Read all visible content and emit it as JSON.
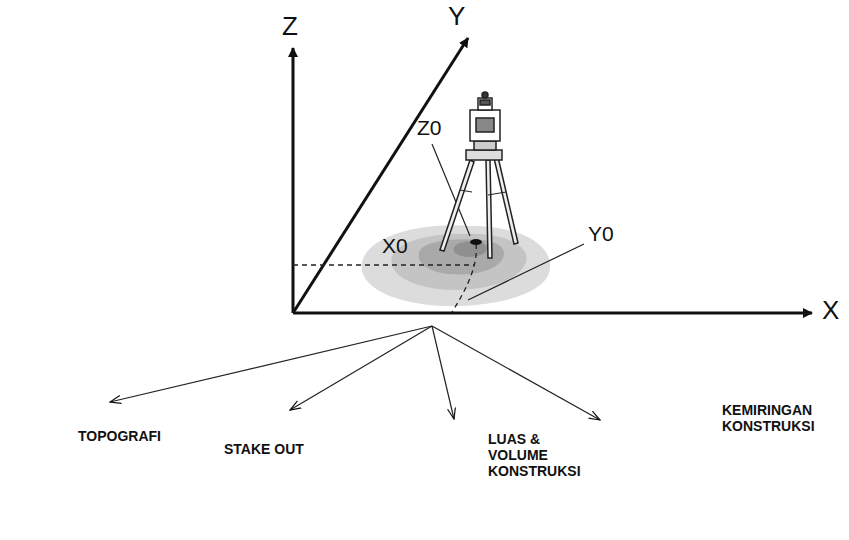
{
  "diagram": {
    "labels": [
      "Z",
      "Y",
      "X",
      "Z0",
      "X0",
      "Y0",
      "TOPOGRAFI",
      "STAKE OUT",
      "LUAS & VOLUME KONSTRUKSI",
      "KEMIRINGAN KONSTRUKSI"
    ]
  }
}
